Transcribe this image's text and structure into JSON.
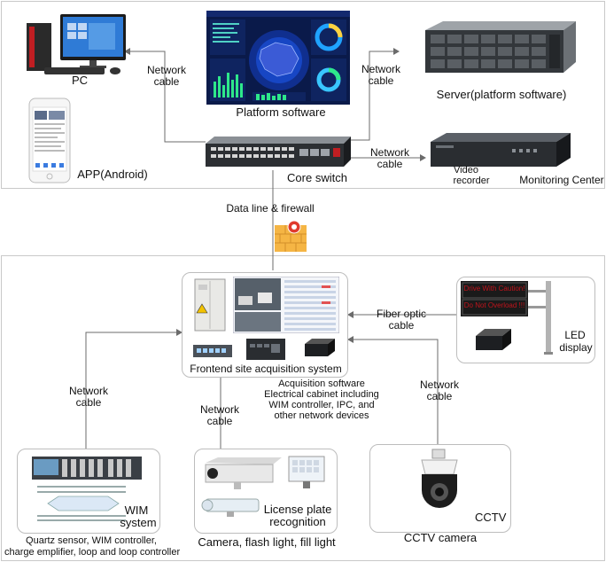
{
  "top": {
    "pc": "PC",
    "app": "APP(Android)",
    "platform": "Platform software",
    "server": "Server(platform software)",
    "switch": "Core switch",
    "recorder_line1": "Video",
    "recorder_line2": "recorder",
    "center": "Monitoring Center",
    "net_pc": [
      "Network",
      "cable"
    ],
    "net_server": [
      "Network",
      "cable"
    ],
    "net_recorder": [
      "Network",
      "cable"
    ]
  },
  "middle": {
    "dataline": "Data line & firewall"
  },
  "bottom": {
    "frontend": "Frontend site acquisition system",
    "acq": [
      "Acquisition software",
      "Electrical cabinet including",
      "WIM controller, IPC, and",
      "other network devices"
    ],
    "led_line1": "LED",
    "led_line2": "display",
    "led_sign1": "Drive With Caution!",
    "led_sign2": "Do Not Overload !!!",
    "fiber": [
      "Fiber optic",
      "cable"
    ],
    "net_left": [
      "Network",
      "cable"
    ],
    "net_mid": [
      "Network",
      "cable"
    ],
    "net_right": [
      "Network",
      "cable"
    ],
    "wim_line1": "WIM",
    "wim_line2": "system",
    "wim_caption1": "Quartz sensor, WIM controller,",
    "wim_caption2": "charge emplifier, loop and loop controller",
    "lpr_line1": "License plate",
    "lpr_line2": "recognition",
    "camera_caption": "Camera, flash light, fill light",
    "cctv_inner": "CCTV",
    "cctv_caption": "CCTV camera"
  },
  "colors": {
    "line": "#6b6b6b",
    "panel_border": "#c9c9c9",
    "map_blue": "#3b5bd6",
    "led_red": "#c0141c"
  }
}
